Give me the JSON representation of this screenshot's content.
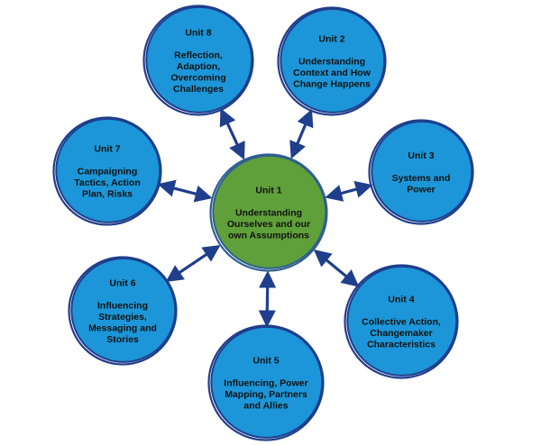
{
  "colors": {
    "outer_fill": "#1c96d8",
    "outer_ring": "#1f3e8c",
    "center_fill": "#5fa03a",
    "center_ring": "#2f5f8f",
    "arrow": "#1f3e8c",
    "text": "#111111"
  },
  "center": {
    "title": "Unit 1",
    "lines": [
      "Understanding",
      "Ourselves and our",
      "own Assumptions"
    ]
  },
  "units": [
    {
      "id": "unit-2",
      "title": "Unit 2",
      "lines": [
        "Understanding",
        "Context and How",
        "Change Happens"
      ]
    },
    {
      "id": "unit-3",
      "title": "Unit 3",
      "lines": [
        "Systems and",
        "Power"
      ]
    },
    {
      "id": "unit-4",
      "title": "Unit 4",
      "lines": [
        "Collective Action,",
        "Changemaker",
        "Characteristics"
      ]
    },
    {
      "id": "unit-5",
      "title": "Unit 5",
      "lines": [
        "Influencing, Power",
        "Mapping, Partners",
        "and Allies"
      ]
    },
    {
      "id": "unit-6",
      "title": "Unit 6",
      "lines": [
        "Influencing",
        "Strategies,",
        "Messaging and",
        "Stories"
      ]
    },
    {
      "id": "unit-7",
      "title": "Unit 7",
      "lines": [
        "Campaigning",
        "Tactics, Action",
        "Plan, Risks"
      ]
    },
    {
      "id": "unit-8",
      "title": "Unit 8",
      "lines": [
        "Reflection,",
        "Adaption,",
        "Overcoming",
        "Challenges"
      ]
    }
  ]
}
